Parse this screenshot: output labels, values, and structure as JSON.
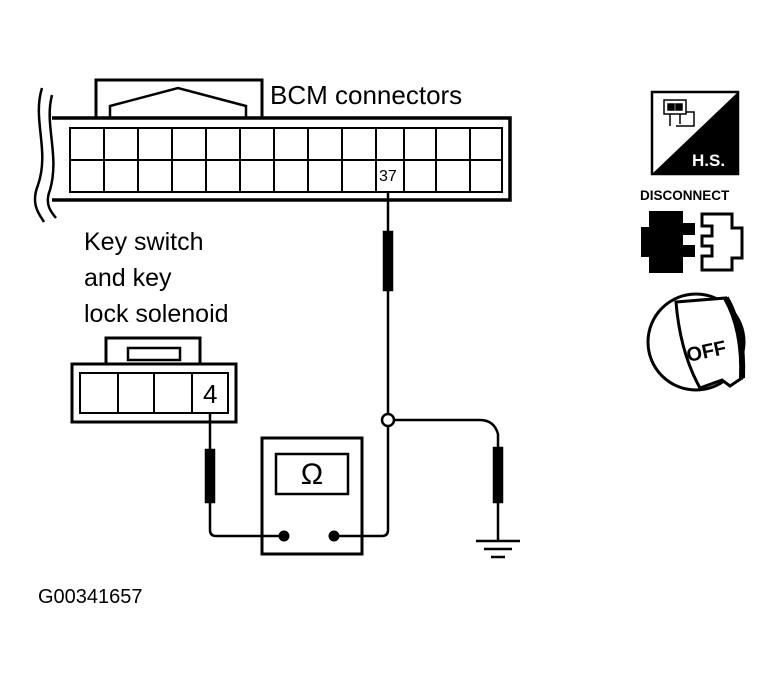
{
  "diagram": {
    "title": "BCM connectors",
    "bcm_pin": "37",
    "component_label": [
      "Key switch",
      "and key",
      "lock solenoid"
    ],
    "component_pin": "4",
    "meter_symbol": "Ω",
    "figure_code": "G00341657"
  },
  "icons": {
    "harness_side_label": "H.S.",
    "disconnect_label": "DISCONNECT",
    "ignition_label": "OFF"
  },
  "icon_names": [
    "harness-side-icon",
    "disconnect-connector-icon",
    "ignition-off-icon"
  ],
  "colors": {
    "ink": "#000000",
    "background": "#ffffff"
  }
}
